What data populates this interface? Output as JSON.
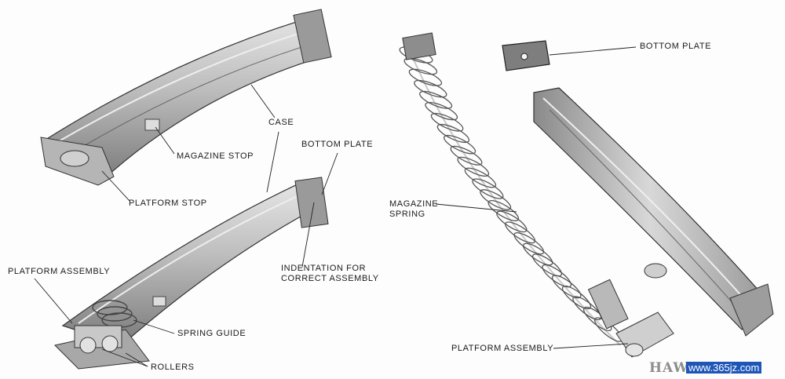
{
  "labels": {
    "case": "CASE",
    "magazine_stop": "MAGAZINE STOP",
    "platform_stop": "PLATFORM STOP",
    "bottom_plate_left": "BOTTOM PLATE",
    "indentation": "INDENTATION FOR\nCORRECT ASSEMBLY",
    "platform_assembly_left": "PLATFORM ASSEMBLY",
    "spring_guide": "SPRING GUIDE",
    "rollers": "ROLLERS",
    "bottom_plate_right": "BOTTOM PLATE",
    "magazine_spring": "MAGAZINE\nSPRING",
    "platform_assembly_right": "PLATFORM ASSEMBLY"
  },
  "watermark": {
    "text_left": "HAW",
    "text_right": "www.365jz.com",
    "badge_color": "#1e56b8"
  }
}
